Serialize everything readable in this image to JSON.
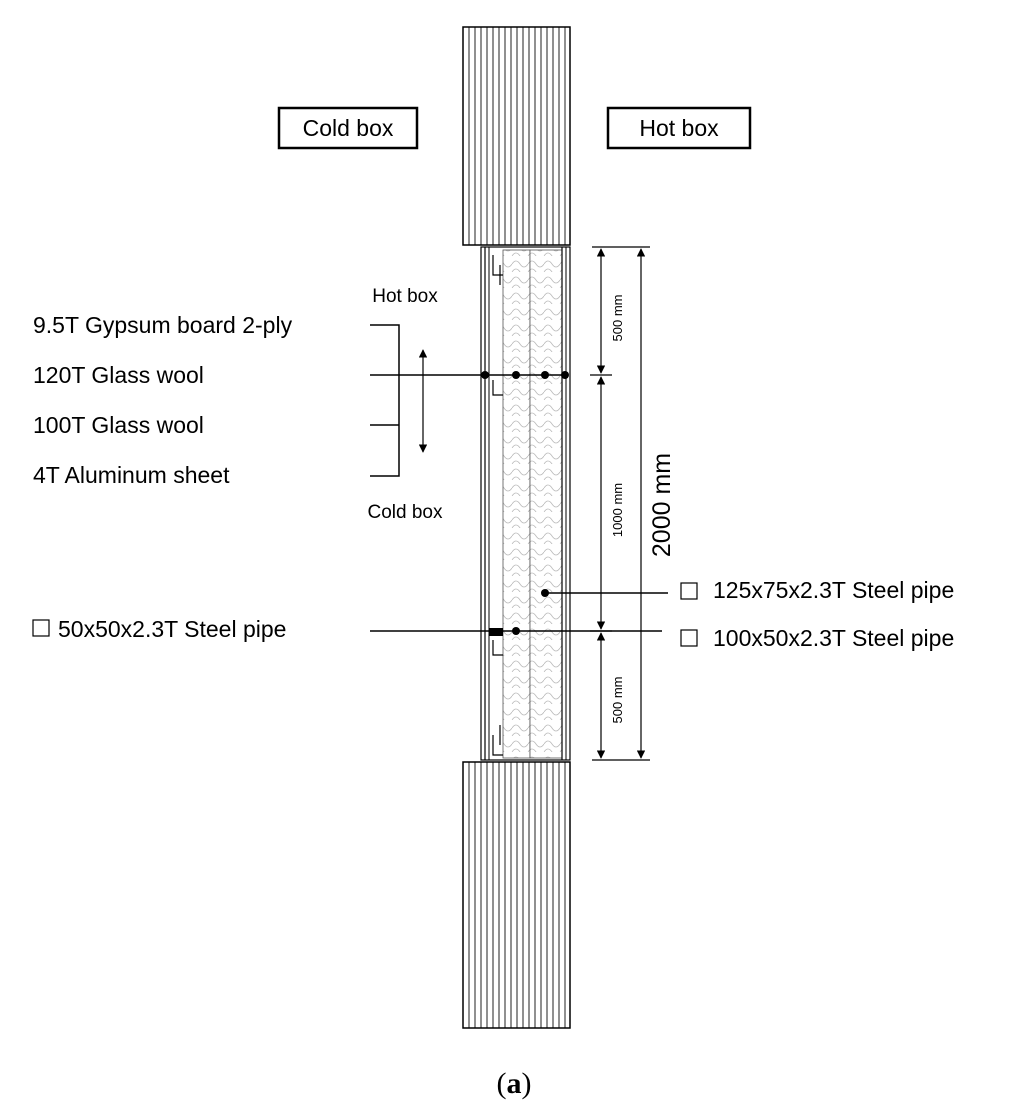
{
  "boxes": {
    "cold": "Cold box",
    "hot": "Hot box"
  },
  "layers": {
    "top_label": "Hot box",
    "bottom_label": "Cold box",
    "items": [
      "9.5T Gypsum board 2-ply",
      "120T Glass wool",
      "100T Glass wool",
      "4T Aluminum sheet"
    ]
  },
  "pipes": {
    "marker": "□",
    "left": "50x50x2.3T Steel pipe",
    "right_upper": "125x75x2.3T Steel pipe",
    "right_lower": "100x50x2.3T Steel pipe"
  },
  "dimensions": {
    "top": "500 mm",
    "middle": "1000 mm",
    "bottom": "500 mm",
    "total": "2000 mm"
  },
  "caption": {
    "open": "(",
    "letter": "a",
    "close": ")"
  }
}
